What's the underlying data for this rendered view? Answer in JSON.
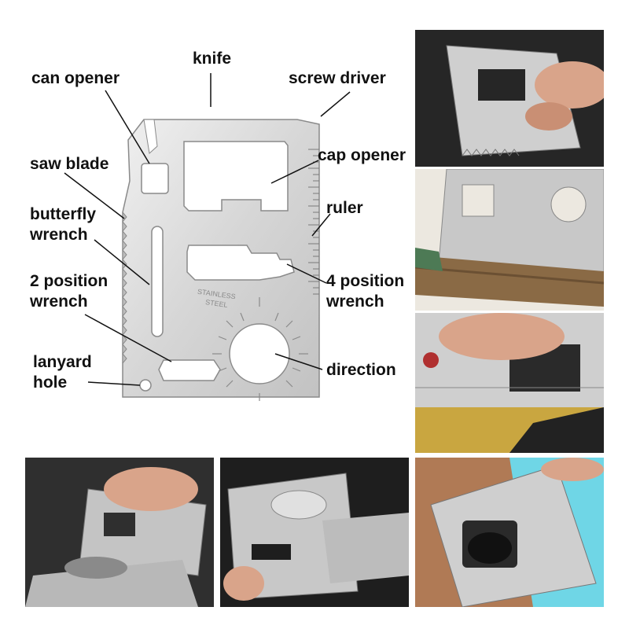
{
  "labels": {
    "knife": "knife",
    "can_opener": "can opener",
    "screw_driver": "screw driver",
    "saw_blade": "saw blade",
    "cap_opener": "cap opener",
    "ruler": "ruler",
    "butterfly_wrench": [
      "butterfly",
      "wrench"
    ],
    "four_position_wrench": [
      "4 position",
      "wrench"
    ],
    "two_position_wrench": [
      "2 position",
      "wrench"
    ],
    "direction": "direction",
    "lanyard_hole": [
      "lanyard",
      "hole"
    ]
  },
  "card_engraving": [
    "STAINLESS",
    "STEEL"
  ],
  "colors": {
    "steel_light": "#e6e6e6",
    "steel_mid": "#bdbdbd",
    "steel_dark": "#8a8a8a",
    "skin": "#d9a48a",
    "wood": "#8a6a45",
    "yellow_bg": "#c9a640",
    "sky": "#6fd6e6"
  },
  "photos": [
    {
      "name": "photo-hand-holding-card"
    },
    {
      "name": "photo-card-cutting-wood"
    },
    {
      "name": "photo-card-with-finger"
    },
    {
      "name": "photo-opening-flask"
    },
    {
      "name": "photo-flask-cap-wrench"
    },
    {
      "name": "photo-bottle-cap-opening"
    }
  ]
}
